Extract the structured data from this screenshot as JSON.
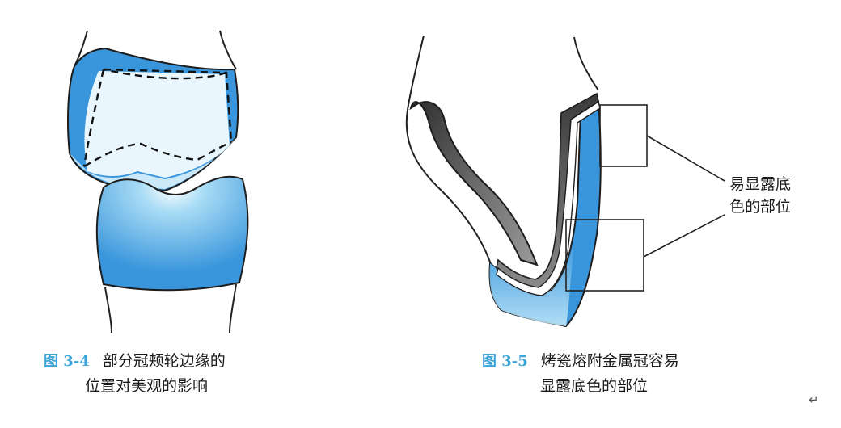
{
  "figure_left": {
    "number": "图 3-4",
    "title_line1": "部分冠颊轮边缘的",
    "title_line2": "位置对美观的影响"
  },
  "figure_right": {
    "number": "图 3-5",
    "title_line1": "烤瓷熔附金属冠容易",
    "title_line2": "显露底色的部位",
    "callout_line1": "易显露底",
    "callout_line2": "色的部位"
  },
  "return_mark": "↵",
  "colors": {
    "tooth_blue": "#3a96dc",
    "light_blue": "#dff2fb",
    "metal_dark": "#4a4a4a",
    "caption_blue": "#3aa3d8"
  }
}
